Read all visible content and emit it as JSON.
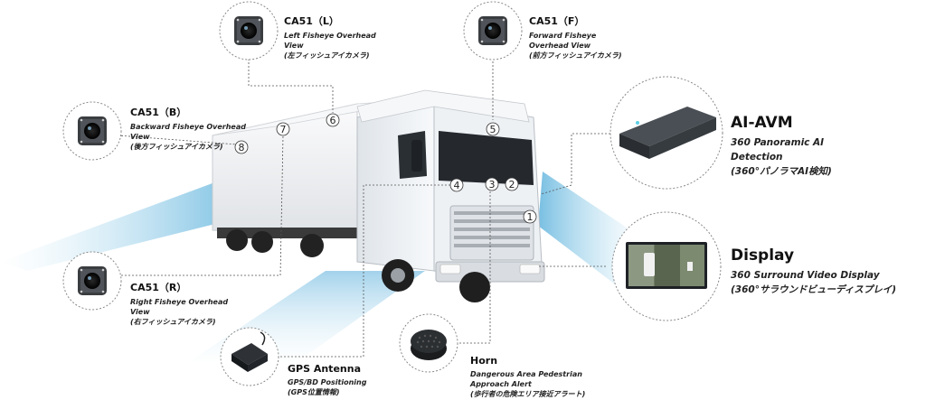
{
  "components": {
    "ca51_l": {
      "title": "CA51（L）",
      "desc": [
        "Left Fisheye Overhead",
        "View",
        "(左フィッシュアイカメラ)"
      ]
    },
    "ca51_f": {
      "title": "CA51（F）",
      "desc": [
        "Forward Fisheye",
        "Overhead View",
        "(前方フィッシュアイカメラ)"
      ]
    },
    "ca51_b": {
      "title": "CA51（B）",
      "desc": [
        "Backward Fisheye Overhead",
        "View",
        "(後方フィッシュアイカメラ)"
      ]
    },
    "ca51_r": {
      "title": "CA51（R）",
      "desc": [
        "Right Fisheye Overhead",
        "View",
        "(右フィッシュアイカメラ)"
      ]
    },
    "ai_avm": {
      "title": "AI-AVM",
      "desc": [
        "360 Panoramic AI",
        "Detection",
        "(360°パノラマAI検知)"
      ]
    },
    "display": {
      "title": "Display",
      "desc": [
        "360 Surround Video Display",
        "(360°サラウンドビューディスプレイ)"
      ]
    },
    "gps": {
      "title": "GPS Antenna",
      "desc": [
        "GPS/BD Positioning",
        "(GPS位置情報)"
      ]
    },
    "horn": {
      "title": "Horn",
      "desc": [
        "Dangerous Area Pedestrian",
        "Approach Alert",
        "(歩行者の危険エリア接近アラート)"
      ]
    }
  },
  "markers": [
    "1",
    "2",
    "3",
    "4",
    "5",
    "6",
    "7",
    "8"
  ],
  "colors": {
    "beam": "#5fb8e0",
    "leader": "#555555",
    "ring": "#8a8a8a",
    "truck_cab": "#eef1f4",
    "trailer": "#f2f3f5"
  },
  "icons": {
    "camera": "fisheye-camera-icon",
    "avm": "avm-box-icon",
    "display": "monitor-icon",
    "gps": "gps-puck-icon",
    "horn": "horn-icon"
  }
}
